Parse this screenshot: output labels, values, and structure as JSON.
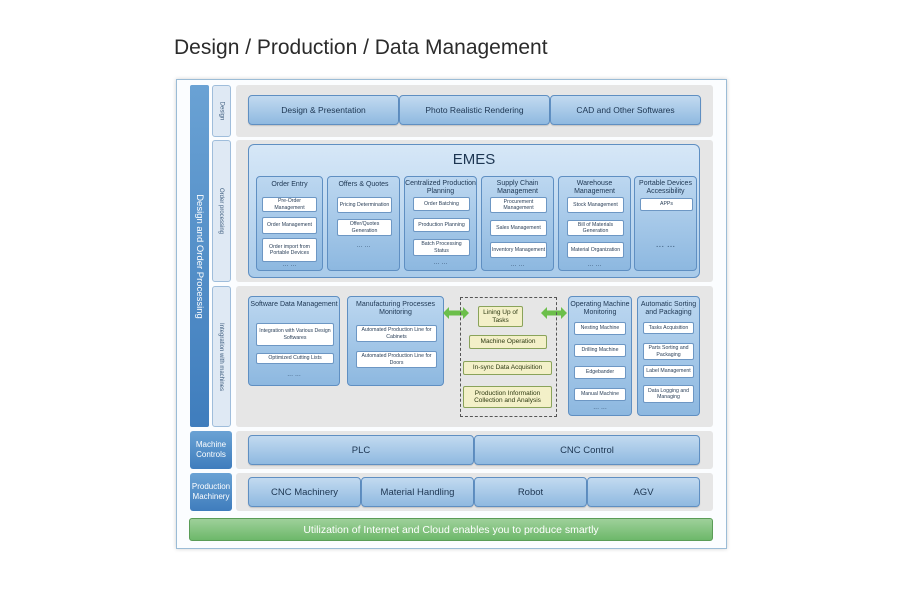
{
  "title": "Design / Production / Data Management",
  "left_label": "Design and Order Processing",
  "sub_labels": {
    "design": "Design",
    "order": "Order processing",
    "integration": "Integration with machines"
  },
  "design_buttons": [
    "Design & Presentation",
    "Photo Realistic Rendering",
    "CAD and Other Softwares"
  ],
  "emes": {
    "title": "EMES",
    "columns": [
      {
        "title": "Order Entry",
        "items": [
          "Pre-Order Management",
          "Order Management",
          "Order import from Portable Devices"
        ]
      },
      {
        "title": "Offers & Quotes",
        "items": [
          "Pricing Determination",
          "Offer/Quotes Generation"
        ]
      },
      {
        "title": "Centralized Production Planning",
        "items": [
          "Order Batching",
          "Production Planning",
          "Batch Processing Status"
        ]
      },
      {
        "title": "Supply Chain Management",
        "items": [
          "Procurement Management",
          "Sales Management",
          "Inventory Management"
        ]
      },
      {
        "title": "Warehouse Management",
        "items": [
          "Stock Management",
          "Bill of Materials Generation",
          "Material Organization"
        ]
      },
      {
        "title": "Portable Devices Accessibility",
        "items": [
          "APPs"
        ]
      }
    ],
    "dots": "... ..."
  },
  "integration": {
    "software": {
      "title": "Software Data Management",
      "items": [
        "Integration with Various Design Softwares",
        "Optimized Cutting Lists"
      ]
    },
    "manufacturing": {
      "title": "Manufacturing Processes Monitoring",
      "items": [
        "Automated Production Line for Cabinets",
        "Automated Production Line for Doors"
      ]
    },
    "center": [
      "Lining Up of Tasks",
      "Machine Operation",
      "In-sync Data Acquisition",
      "Production Information Collection and Analysis"
    ],
    "operating": {
      "title": "Operating Machine Monitoring",
      "items": [
        "Nesting Machine",
        "Drilling Machine",
        "Edgebander",
        "Manual Machine"
      ]
    },
    "sorting": {
      "title": "Automatic Sorting and Packaging",
      "items": [
        "Tasks Acquisition",
        "Parts Sorting and Packaging",
        "Label Management",
        "Data Logging and Managing"
      ]
    }
  },
  "machine_controls": {
    "label": "Machine Controls",
    "buttons": [
      "PLC",
      "CNC Control"
    ]
  },
  "production_machinery": {
    "label": "Production Machinery",
    "buttons": [
      "CNC Machinery",
      "Material Handling",
      "Robot",
      "AGV"
    ]
  },
  "footer": "Utilization of Internet and Cloud enables you to produce smartly",
  "ellipsis": "... ..."
}
